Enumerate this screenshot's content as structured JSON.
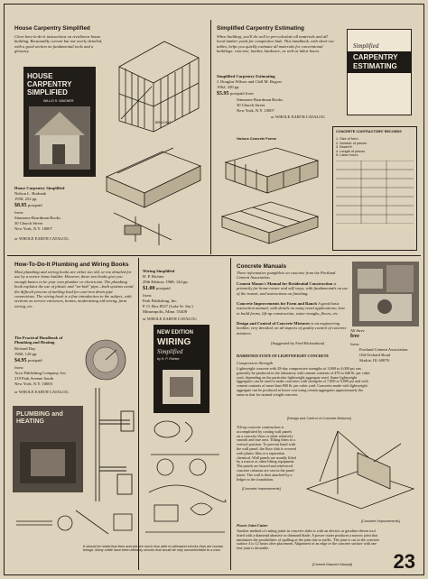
{
  "page_number": "23",
  "house_carpentry": {
    "heading": "House Carpentry Simplified",
    "intro": "Clear how-to-do-it instructions on rectilinear house building. Reasonably current but not overly detailed, with a good section on fundamental tools and a glossary.",
    "cover_title": "HOUSE CARPENTRY SIMPLIFIED",
    "cover_subtitle": "WILLIS H. WAGNER",
    "book_title": "House Carpentry Simplified",
    "author": "Nelson L. Burbank",
    "edition": "1958; 252 pp.",
    "price": "$8.95",
    "price_note": "postpaid",
    "from_label": "from:",
    "publisher": "Simmons-Boardman Books",
    "address1": "30 Church Street",
    "address2": "New York, N.Y. 10007",
    "catalog": "or WHOLE EARTH CATALOG",
    "drawing_label": "BRACING"
  },
  "concrete_estimating": {
    "heading": "Simplified Carpentry Estimating",
    "intro": "When building, you'll do well to pre-calculate all materials and all local lumber yards for competitive bids. This handbook, with short-cut tables, helps you quickly estimate all materials for conventional buildings: concrete, lumber, hardware, as well as labor hours.",
    "book_title": "Simplified Carpentry Estimating",
    "author": "J. Douglas Wilson and Clell M. Rogers",
    "edition": "1962; 320 pp.",
    "price": "$5.95",
    "price_note": "postpaid from",
    "publisher": "Simmons-Boardman Books",
    "address1": "30 Church Street",
    "address2": "New York, N.Y. 10007",
    "catalog": "or WHOLE EARTH CATALOG",
    "cover_lines": [
      "Simplified",
      "CARPENTRY",
      "ESTIMATING"
    ],
    "forms_label": "Various Concrete Forms",
    "table_title": "CONCRETE CONTRACTORS' RECORDS",
    "table_rows": [
      "1. Size of form",
      "2. Number of pieces",
      "3. Board ft.",
      "4. Length of pieces",
      "5. Labor hours"
    ]
  },
  "plumbing_wiring": {
    "heading": "How-To-Do-It Plumbing and Wiring Books",
    "intro": "Most plumbing and wiring books are either too old, or too detailed for use by a novice home builder. However, these two books give you enough basics to be your own plumber or electrician. The plumbing book explains the use of plastic and \"no-hub\" pipe—both systems avoid the difficult process of melting lead for cast-iron drain pipe connections. The wiring book is a fine introduction to the subject, with sections on service entrances, homes, modernizing old wiring, farm wiring, etc.",
    "plumbing_title": "The Practical Handbook of Plumbing and Heating",
    "plumbing_author": "Richard Day",
    "plumbing_edition": "1969; 128 pp.",
    "plumbing_price": "$4.95",
    "plumbing_price_note": "postpaid",
    "plumbing_from": "from:",
    "plumbing_publisher": "Arco Publishing Company, Inc.",
    "plumbing_address1": "219 Park Avenue South",
    "plumbing_address2": "New York, N.Y. 10003",
    "plumbing_catalog": "or WHOLE EARTH CATALOG",
    "plumbing_cover": "PLUMBING and HEATING",
    "wiring_title": "Wiring Simplified",
    "wiring_author": "H. P. Richter",
    "wiring_edition": "29th Edition; 1968; 144 pp.",
    "wiring_price": "$1.00",
    "wiring_price_note": "postpaid",
    "wiring_from": "from:",
    "wiring_publisher": "Park Publishing, Inc.",
    "wiring_address1": "P. O. Box 8527 (Lake St. Sta.)",
    "wiring_address2": "Minneapolis, Minn. 55408",
    "wiring_catalog": "or WHOLE EARTH CATALOG",
    "wiring_cover_lines": [
      "NEW EDITION",
      "WIRING",
      "Simplified"
    ],
    "wiring_cover_author": "by H. P. Richter",
    "footer_note": "It should be noted that farm animals are much less able to withstand shocks than are human beings. Many cattle have been killed by shocks that would be only uncomfortable to a man."
  },
  "concrete_manuals": {
    "heading": "Concrete Manuals",
    "intro": "Three informative pamphlets on concrete from the Portland Cement Association.",
    "book1": "Cement Mason's Manual for Residential Construction",
    "book1_desc": "is primarily for home-owner and self-ways, with fundamentals on use of the transit, and instructions on finishing.",
    "book2": "Concrete Improvements for Farm and Ranch",
    "book2_desc": "A good basic instruction manual, with details on many rural applications; how to build forms, lift-up construction, water troughs, floors, etc.",
    "book3": "Design and Control of Concrete Mixtures",
    "book3_desc": "is an engineering booklet, very detailed, on all aspects of quality control of concrete mixtures.",
    "suggested": "[Suggested by Fred Richardson]",
    "all_three": "All three",
    "free": "free",
    "from_label": "from:",
    "association": "Portland Cement Association",
    "address1": "Old Orchard Road",
    "address2": "Skokie, Ill. 60076",
    "hardened_heading": "HARDENED STATE OF LIGHTWEIGHT CONCRETE",
    "strength_heading": "Compressive Strength",
    "strength_text": "Lightweight concrete with 28-day compressive strengths of 3,000 to 4,000 psi can generally be produced in the laboratory with cement contents of 470 to 640 lb. per cubic yard, depending on the particular lightweight aggregate used. Some lightweight aggregates can be used to make concretes with strengths of 7,000 to 9,000 psi and with cement contents of more than 900 lb. per cubic yard. Concretes made with lightweight aggregate can be produced at lower cost using certain aggregates approximately the same as that for normal-weight concrete.",
    "caption1": "[Design and Control of Concrete Mixtures]",
    "tilt_text": "Tilt-up concrete construction is accomplished by casting wall panels on a concrete floor or other relatively smooth and true area. Tilting them to a vertical position. To prevent bond with the wall panel, the floor slab is covered with plastic film or a separation chemical. Wall panels are usually lifted by a tractor or other lifting equipment. The panels are braced and reinforced concrete columns are cast in the panel joints. The wall is then attached by a ledger to the foundation.",
    "caption2": "[Concrete Improvements]",
    "power_heading": "Power Joint Cutter",
    "power_text": "Another method of cutting joints in concrete slabs is with an electric or gasoline-driven tool fitted with a diamond abrasive or diamond blade. A power cutter produces a narrow joint that minimizes the possibilities of spalling at the joint due to traffic. The joint is cut in the concrete surface 4 to 12 hours after placement. Alignment of an edge or the concrete surface with one fine joint is desirable.",
    "caption3": "[Cement Mason's Manual]",
    "caption4": "[Concrete Improvements]"
  }
}
